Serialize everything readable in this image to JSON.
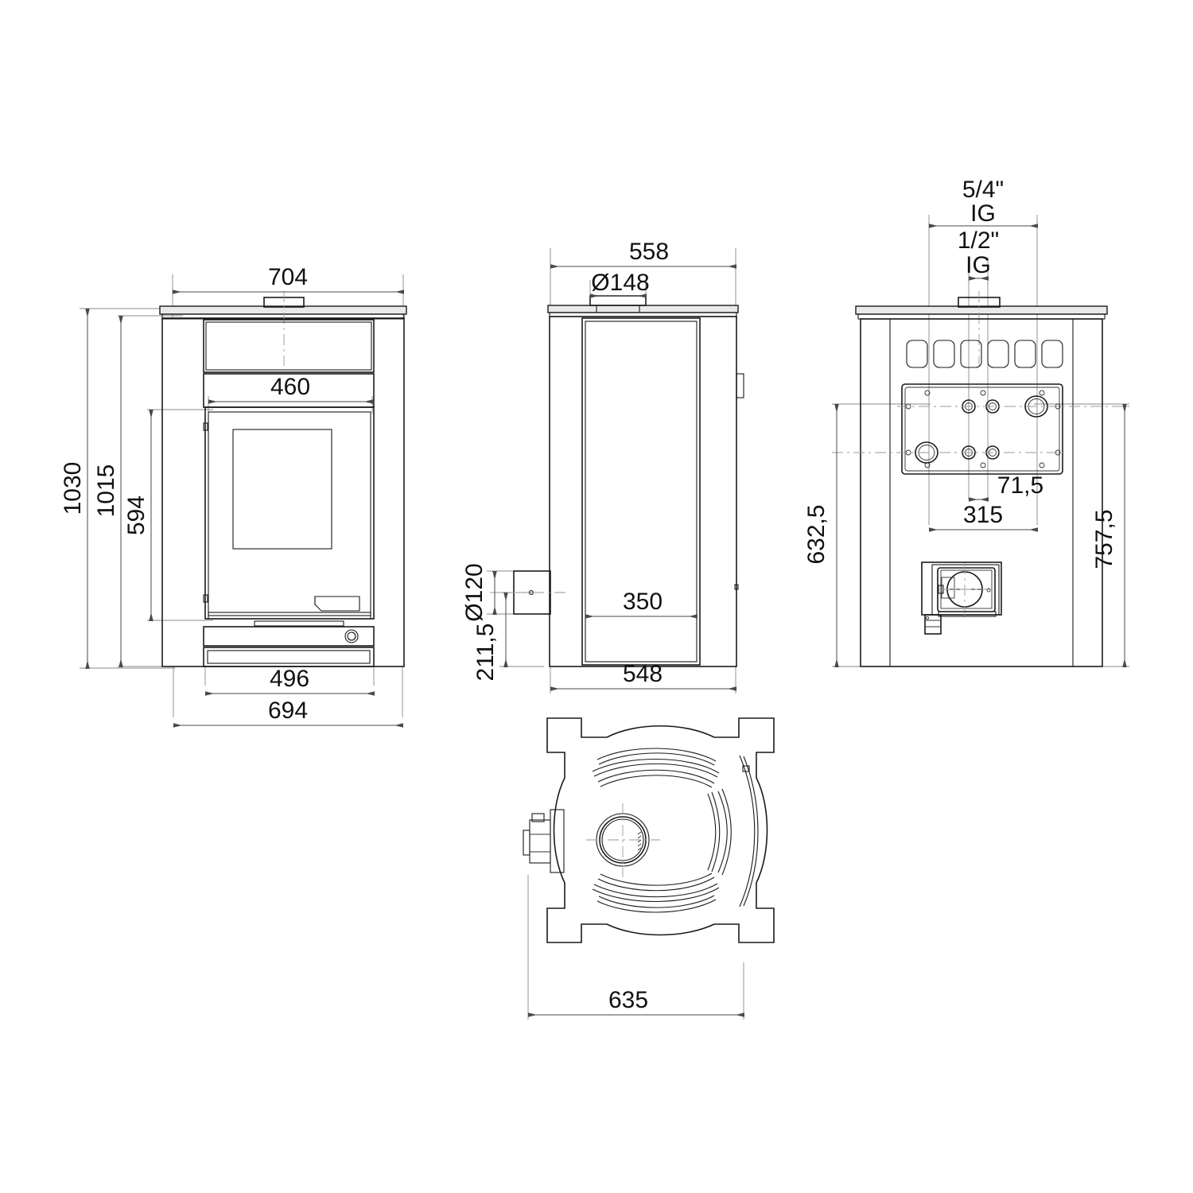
{
  "drawing": {
    "title": "Stove technical dimension drawing",
    "units": "mm",
    "views": [
      {
        "name": "front-view",
        "label": ""
      },
      {
        "name": "side-view",
        "label": ""
      },
      {
        "name": "rear-view",
        "label": ""
      },
      {
        "name": "top-view",
        "label": ""
      }
    ]
  },
  "front_view": {
    "dim_total_width": "704",
    "dim_total_height": "1030",
    "dim_body_height": "1015",
    "dim_door_height": "594",
    "dim_door_width": "460",
    "dim_body_width": "496",
    "dim_outer_width": "694"
  },
  "side_view": {
    "dim_total_depth": "558",
    "dim_flue_top": "Ø148",
    "dim_flue_rear": "Ø120",
    "dim_rear_height": "211,5",
    "dim_inner_depth": "350",
    "dim_base_depth": "548"
  },
  "rear_view": {
    "dim_thread_large": "5/4\"",
    "dim_thread_large_type": "IG",
    "dim_thread_small": "1/2\"",
    "dim_thread_small_type": "IG",
    "dim_spacing_small": "71,5",
    "dim_spacing_large": "315",
    "dim_height_left": "632,5",
    "dim_height_right": "757,5"
  },
  "top_view": {
    "dim_width": "635"
  },
  "colors": {
    "line": "#1a1a1a",
    "dimension": "#4a4a4a",
    "extension": "#8a8a8a",
    "centerline": "#9a9a9a",
    "plate_fill": "#e9e9e9",
    "background": "#ffffff"
  }
}
